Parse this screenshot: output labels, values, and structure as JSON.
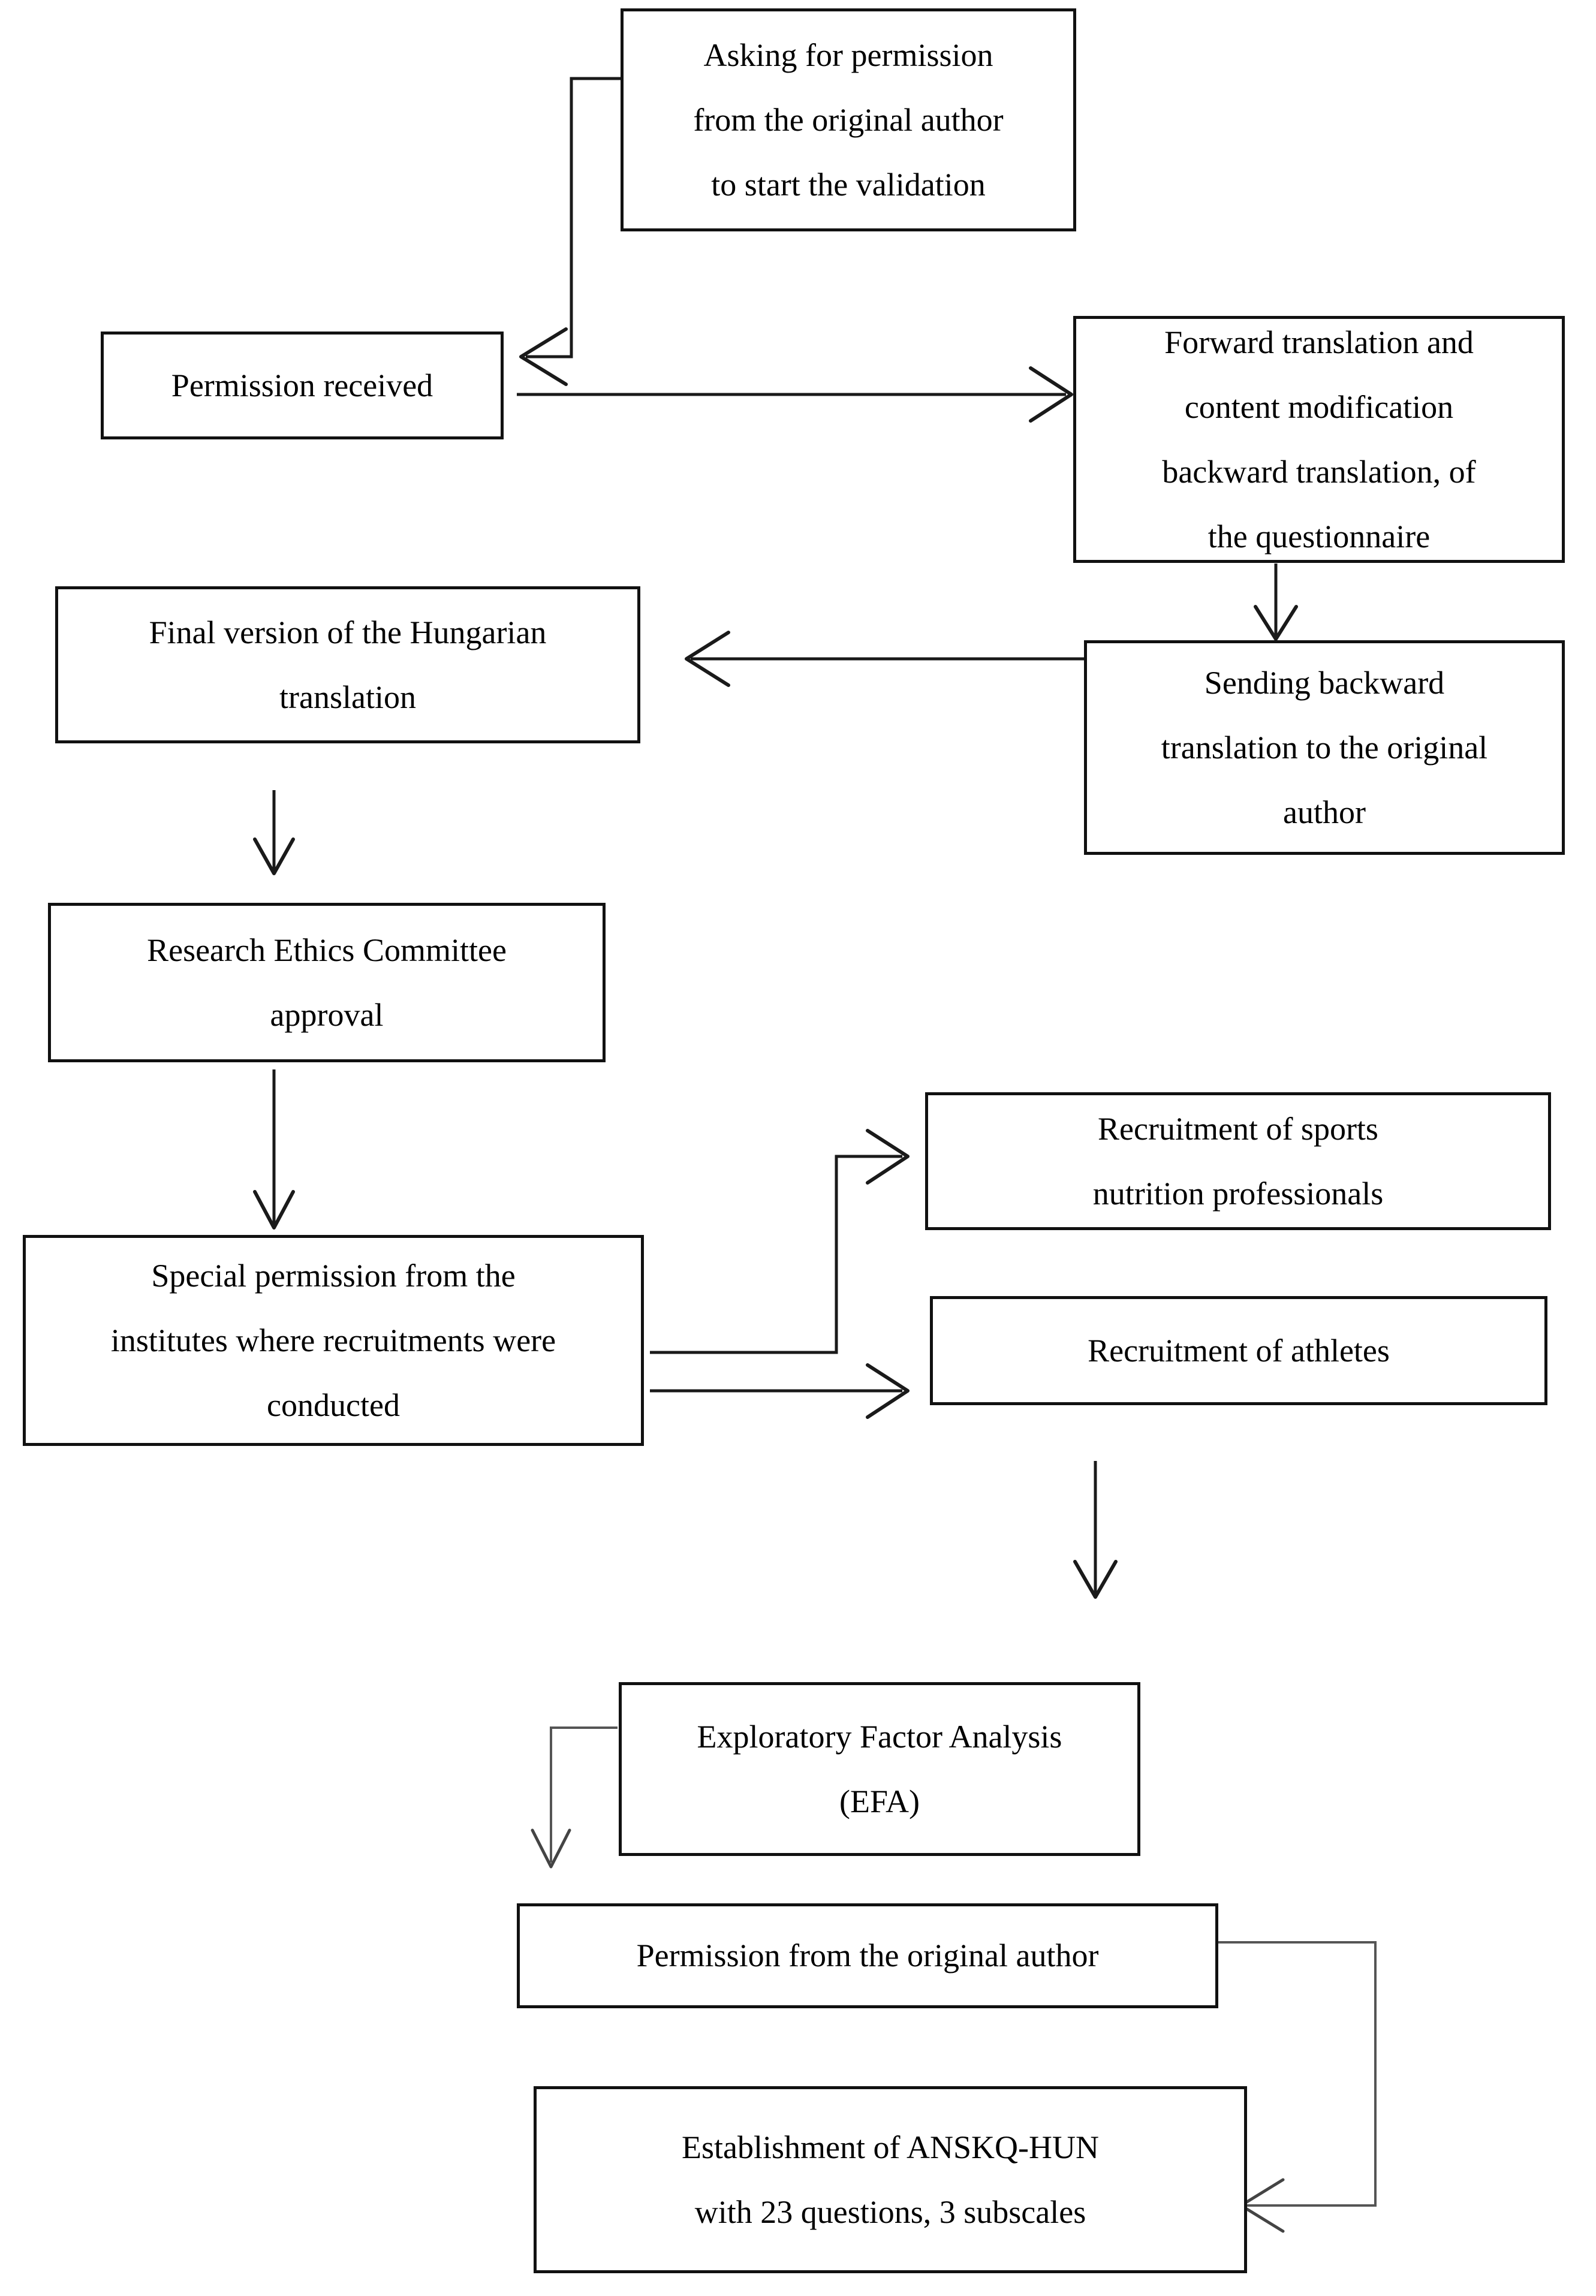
{
  "diagram": {
    "type": "flowchart",
    "title": "",
    "nodes": [
      {
        "id": "ask-permission",
        "label": "Asking for permission from the original author to start the validation"
      },
      {
        "id": "permission-received",
        "label": "Permission received"
      },
      {
        "id": "forward-translation",
        "label": "Forward translation and content modification backward translation, of the questionnaire"
      },
      {
        "id": "sending-backward",
        "label": "Sending backward translation to the original author"
      },
      {
        "id": "final-version",
        "label": "Final version of the Hungarian translation"
      },
      {
        "id": "ethics-approval",
        "label": "Research Ethics Committee approval"
      },
      {
        "id": "special-permission",
        "label": "Special permission from the institutes where recruitments were conducted"
      },
      {
        "id": "recruit-professionals",
        "label": "Recruitment of sports nutrition professionals"
      },
      {
        "id": "recruit-athletes",
        "label": "Recruitment of athletes"
      },
      {
        "id": "efa",
        "label": "Exploratory Factor Analysis (EFA)"
      },
      {
        "id": "author-permission",
        "label": "Permission from the original author"
      },
      {
        "id": "anskq-hun",
        "label": "Establishment of ANSKQ-HUN\n\nwith 23 questions, 3 subscales"
      }
    ],
    "edges": [
      {
        "from": "ask-permission",
        "to": "permission-received",
        "style": "elbow"
      },
      {
        "from": "permission-received",
        "to": "forward-translation",
        "style": "straight"
      },
      {
        "from": "forward-translation",
        "to": "sending-backward",
        "style": "straight"
      },
      {
        "from": "sending-backward",
        "to": "final-version",
        "style": "straight"
      },
      {
        "from": "final-version",
        "to": "ethics-approval",
        "style": "straight"
      },
      {
        "from": "ethics-approval",
        "to": "special-permission",
        "style": "straight"
      },
      {
        "from": "special-permission",
        "to": "recruit-professionals",
        "style": "elbow"
      },
      {
        "from": "special-permission",
        "to": "recruit-athletes",
        "style": "straight"
      },
      {
        "from": "recruit-athletes",
        "to": "efa",
        "style": "straight"
      },
      {
        "from": "efa",
        "to": "author-permission",
        "style": "elbow"
      },
      {
        "from": "author-permission",
        "to": "anskq-hun",
        "style": "elbow"
      }
    ],
    "colors": {
      "box_border": "#111111",
      "line": "#1a1a1a",
      "background": "#ffffff"
    }
  },
  "labels": {
    "ask_permission_l1": "Asking for permission",
    "ask_permission_l2": "from the original author",
    "ask_permission_l3": "to start the validation",
    "permission_received": "Permission received",
    "forward_l1": "Forward translation and",
    "forward_l2": "content modification",
    "forward_l3": "backward translation, of",
    "forward_l4": "the questionnaire",
    "sending_l1": "Sending backward",
    "sending_l2": "translation to the original",
    "sending_l3": "author",
    "final_l1": "Final version of the Hungarian",
    "final_l2": "translation",
    "ethics_l1": "Research Ethics Committee",
    "ethics_l2": "approval",
    "special_l1": "Special permission from the",
    "special_l2": "institutes where recruitments were",
    "special_l3": "conducted",
    "recruit_prof_l1": "Recruitment of sports",
    "recruit_prof_l2": "nutrition professionals",
    "recruit_athletes": "Recruitment of athletes",
    "efa_l1": "Exploratory Factor Analysis",
    "efa_l2": "(EFA)",
    "author_permission": "Permission from the original author",
    "anskq_l1": "Establishment of ANSKQ-HUN",
    "anskq_l2": "with 23 questions, 3 subscales"
  }
}
